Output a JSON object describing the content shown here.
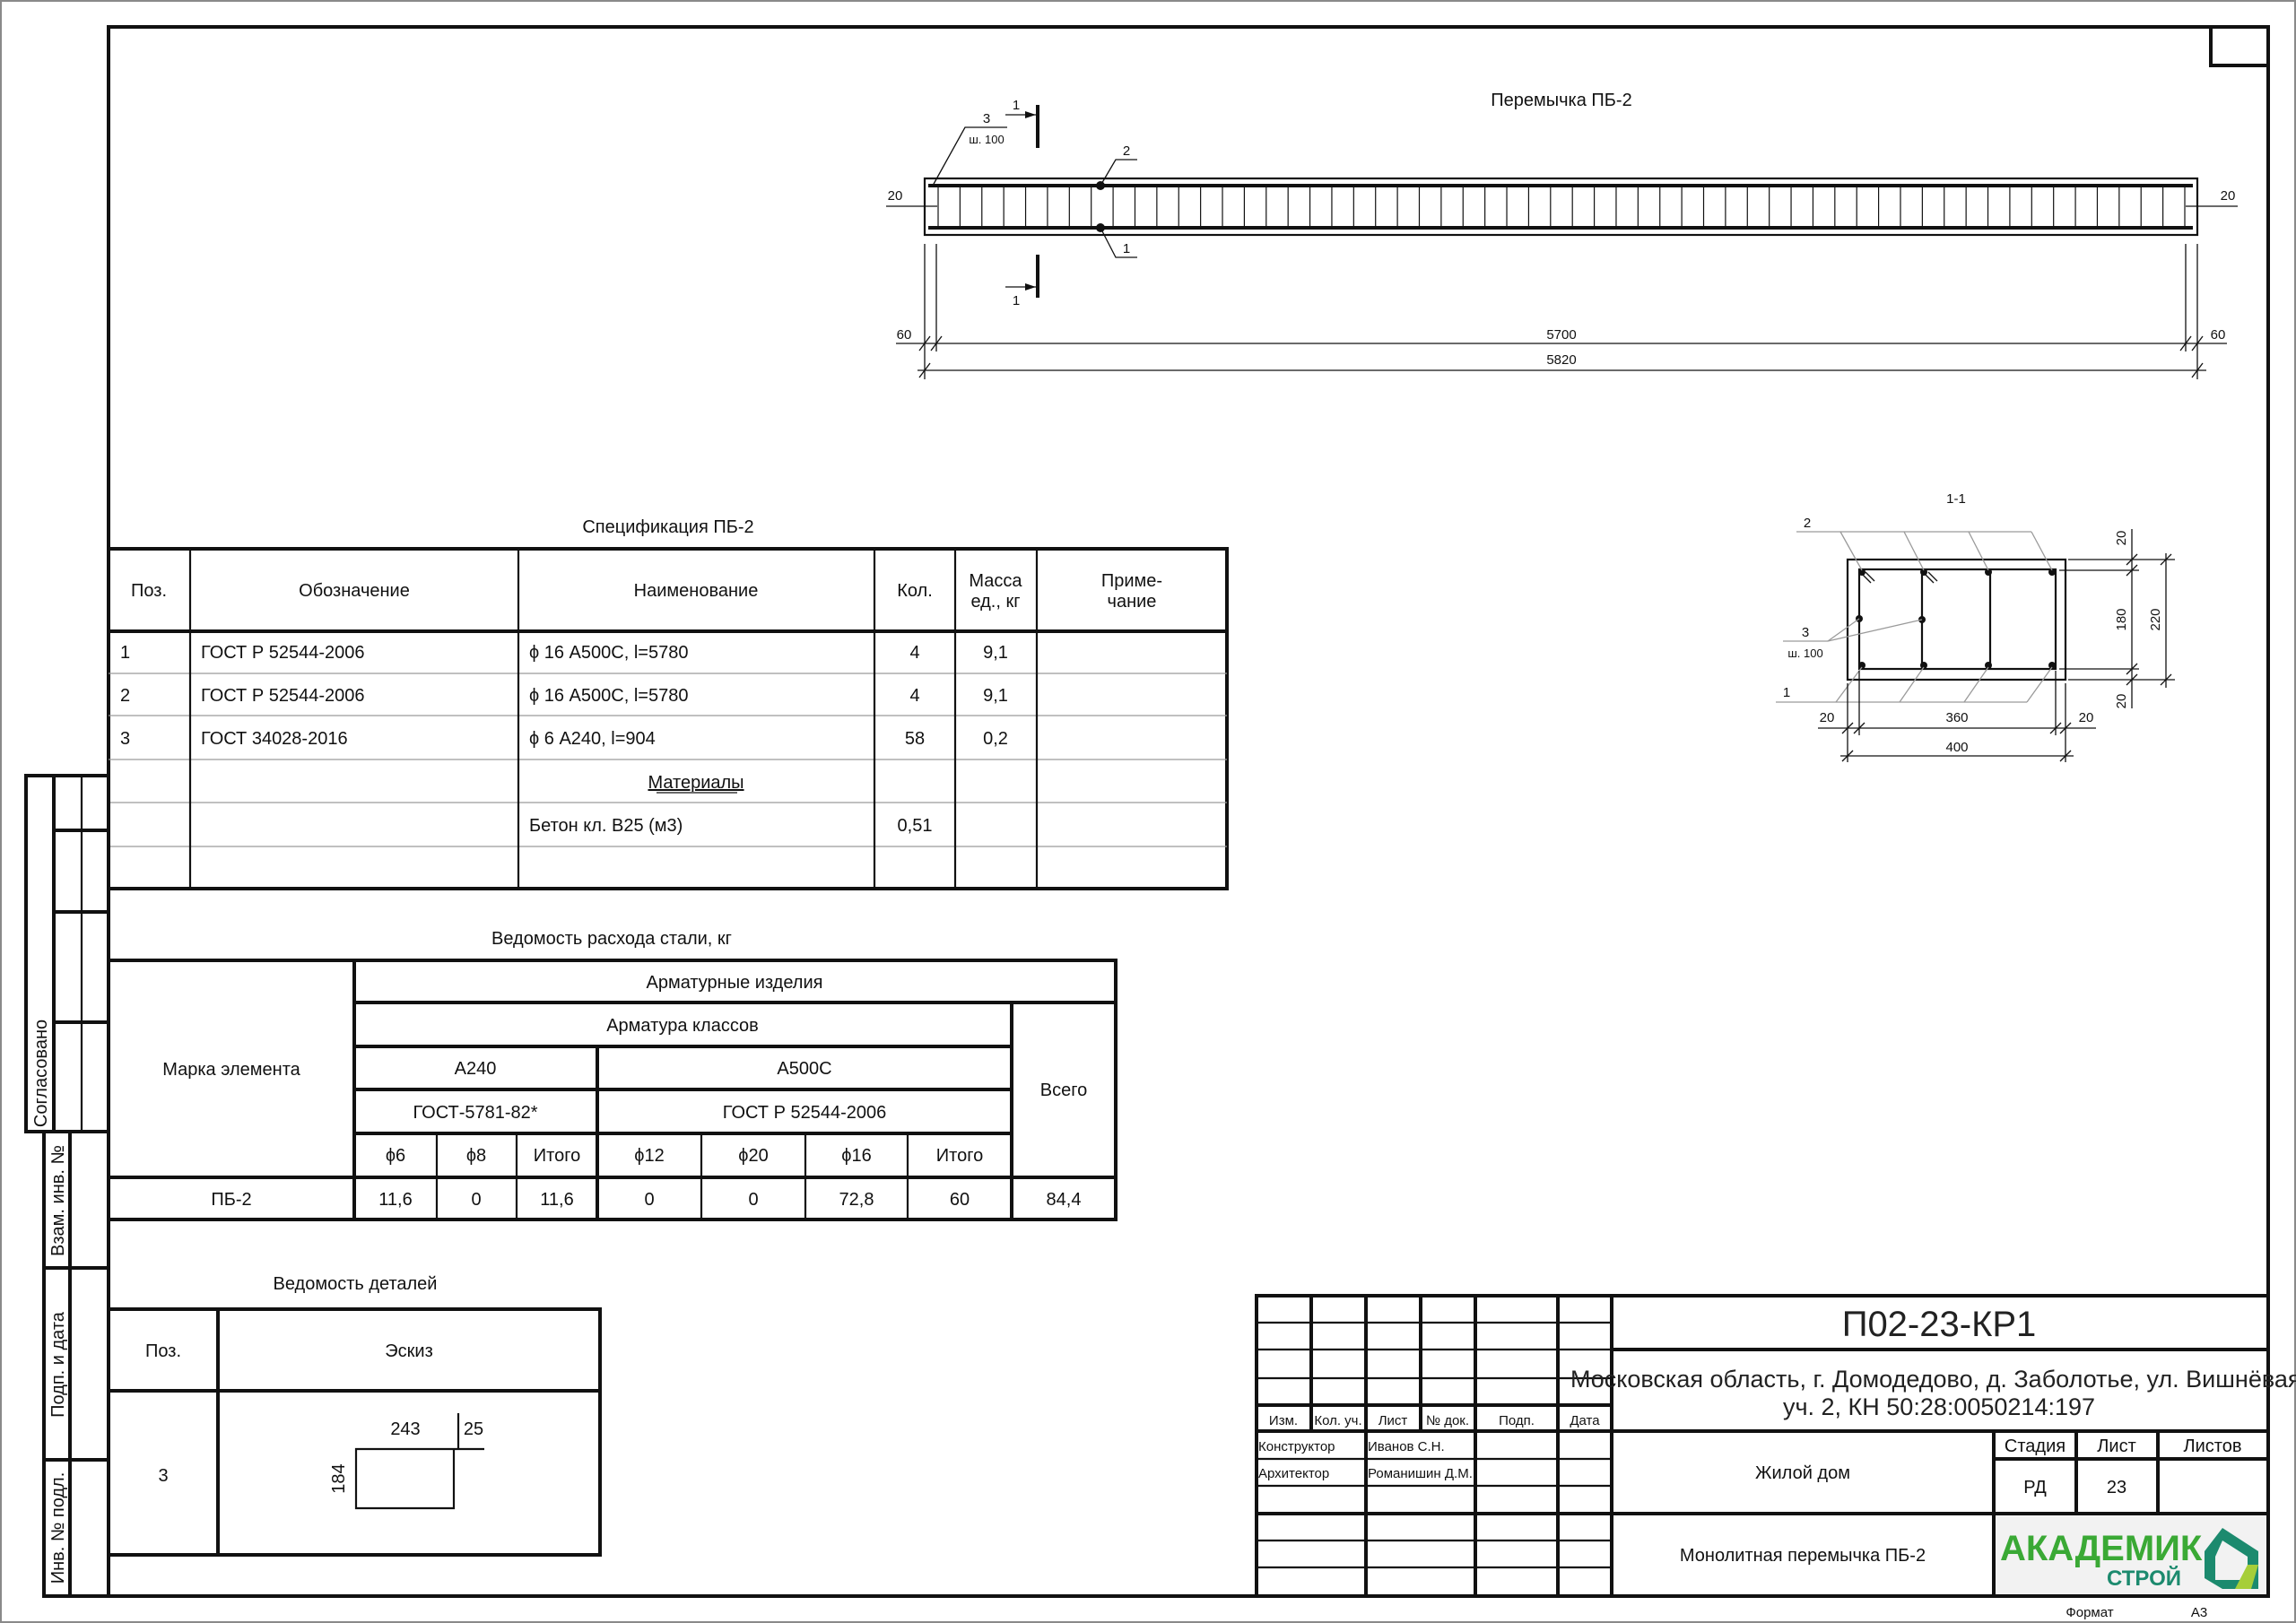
{
  "drawing": {
    "title": "Перемычка ПБ-2",
    "section_mark_top": "1",
    "section_mark_bottom": "1",
    "leader_pos3": "3",
    "leader_pitch": "ш. 100",
    "leader_pos2": "2",
    "leader_pos1": "1",
    "stirrup_count": 58,
    "dims": {
      "cover_left": "20",
      "cover_right": "20",
      "end_left": "60",
      "clear": "5700",
      "end_right": "60",
      "total": "5820"
    }
  },
  "section": {
    "title": "1-1",
    "pos2": "2",
    "pos3": "3",
    "pitch": "ш. 100",
    "pos1": "1",
    "dims": {
      "top": "20",
      "inner_h": "180",
      "bottom": "20",
      "total_h": "220",
      "left": "20",
      "inner_w": "360",
      "right": "20",
      "total_w": "400"
    }
  },
  "spec": {
    "title": "Спецификация ПБ-2",
    "headers": [
      "Поз.",
      "Обозначение",
      "Наименование",
      "Кол.",
      "Масса",
      "ед., кг",
      "Приме-",
      "чание"
    ],
    "rows": [
      [
        "1",
        "ГОСТ Р 52544-2006",
        "ϕ 16 А500С, l=5780",
        "4",
        "9,1"
      ],
      [
        "2",
        "ГОСТ Р 52544-2006",
        "ϕ 16 А500С, l=5780",
        "4",
        "9,1"
      ],
      [
        "3",
        "ГОСТ 34028-2016",
        "ϕ 6 А240, l=904",
        "58",
        "0,2"
      ]
    ],
    "materials_label": "Материалы",
    "concrete": {
      "name": "Бетон кл. В25 (м3)",
      "qty": "0,51"
    }
  },
  "steel": {
    "title": "Ведомость расхода стали, кг",
    "element_header": "Марка элемента",
    "products_header": "Арматурные изделия",
    "classes_header": "Арматура классов",
    "total_header": "Всего",
    "class_a240": "А240",
    "class_a500": "А500С",
    "gost_a240": "ГОСТ-5781-82*",
    "gost_a500": "ГОСТ Р 52544-2006",
    "sub_headers": [
      "ϕ6",
      "ϕ8",
      "Итого",
      "ϕ12",
      "ϕ20",
      "ϕ16",
      "Итого"
    ],
    "row": [
      "ПБ-2",
      "11,6",
      "0",
      "11,6",
      "0",
      "0",
      "72,8",
      "60",
      "84,4"
    ]
  },
  "details": {
    "title": "Ведомость деталей",
    "headers": [
      "Поз.",
      "Эскиз"
    ],
    "pos": "3",
    "sketch": {
      "a": "243",
      "b": "25",
      "h": "184"
    }
  },
  "stamp": {
    "code": "П02-23-КР1",
    "address_line1": "Московская область, г. Домодедово, д. Заболотье, ул. Вишнёвая,",
    "address_line2": "уч. 2, КН 50:28:0050214:197",
    "headers": [
      "Изм.",
      "Кол. уч.",
      "Лист",
      "№ док.",
      "Подп.",
      "Дата"
    ],
    "roles": [
      {
        "role": "Конструктор",
        "name": "Иванов С.Н."
      },
      {
        "role": "Архитектор",
        "name": "Романишин Д.М."
      }
    ],
    "building": "Жилой дом",
    "sheet_title": "Монолитная перемычка ПБ-2",
    "stage_label": "Стадия",
    "sheet_label": "Лист",
    "sheets_label": "Листов",
    "stage": "РД",
    "sheet": "23",
    "logo_main": "АКАДЕМИК",
    "logo_sub": "СТРОЙ",
    "logo_green": "#3aa935",
    "logo_teal": "#1c8a6e",
    "format_label": "Формат",
    "format": "А3"
  },
  "side": {
    "agreed": "Согласовано",
    "replace_inv": "Взам. инв. №",
    "sign_date": "Подп. и дата",
    "inv_orig": "Инв. № подл."
  }
}
